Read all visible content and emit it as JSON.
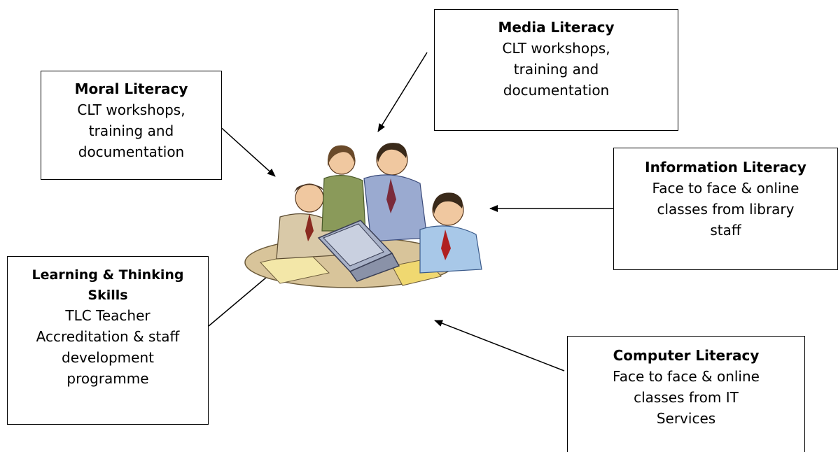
{
  "boxes": {
    "media": {
      "title": "Media Literacy",
      "lines": [
        "CLT workshops,",
        "training and",
        "documentation"
      ]
    },
    "moral": {
      "title": "Moral Literacy",
      "lines": [
        "CLT workshops,",
        "training and",
        "documentation"
      ]
    },
    "info": {
      "title": "Information Literacy",
      "lines": [
        "Face to face & online",
        "classes from library",
        "staff"
      ]
    },
    "learn": {
      "title_lines": [
        "Learning & Thinking",
        "Skills"
      ],
      "lines": [
        "TLC Teacher",
        "Accreditation & staff",
        "development",
        "programme"
      ]
    },
    "comp": {
      "title": "Computer Literacy",
      "lines": [
        "Face to face & online",
        "classes from IT",
        "Services"
      ]
    }
  },
  "colors": {
    "line": "#000000",
    "table": "#d8c49a",
    "laptop": "#a9b2c8",
    "skin": "#f0c8a0"
  },
  "icons": {
    "center": "people-meeting-clipart-icon"
  }
}
